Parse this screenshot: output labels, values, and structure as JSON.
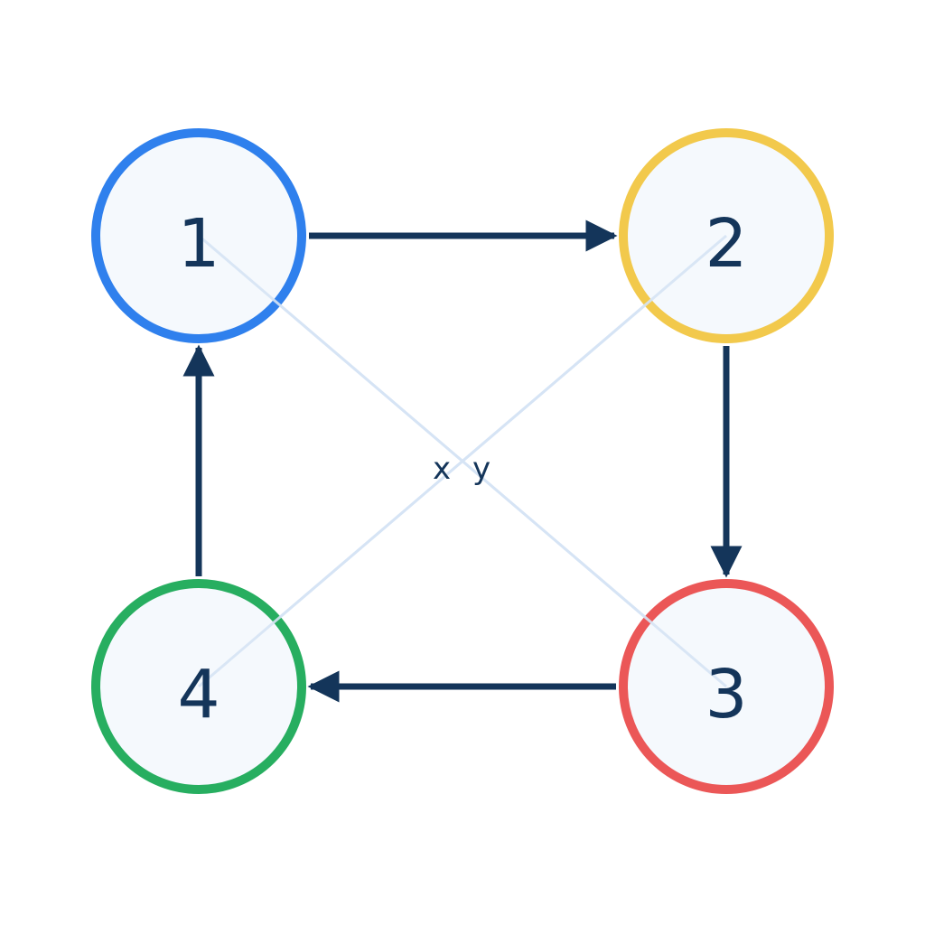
{
  "diagram": {
    "nodes": [
      {
        "id": "1",
        "label": "1",
        "color": "#2f80ed"
      },
      {
        "id": "2",
        "label": "2",
        "color": "#f2c94c"
      },
      {
        "id": "3",
        "label": "3",
        "color": "#eb5757"
      },
      {
        "id": "4",
        "label": "4",
        "color": "#27ae60"
      }
    ],
    "node_fill": "#f5f9fd",
    "edge_color": "#14355a",
    "diagonal_color": "#d6e4f5",
    "text_color": "#14355a",
    "edges": [
      {
        "from": "1",
        "to": "2",
        "directed": true
      },
      {
        "from": "2",
        "to": "3",
        "directed": true
      },
      {
        "from": "3",
        "to": "4",
        "directed": true
      },
      {
        "from": "4",
        "to": "1",
        "directed": true
      }
    ],
    "diagonals": [
      {
        "from": "1",
        "to": "3",
        "label": "y"
      },
      {
        "from": "2",
        "to": "4",
        "label": "x"
      }
    ]
  }
}
